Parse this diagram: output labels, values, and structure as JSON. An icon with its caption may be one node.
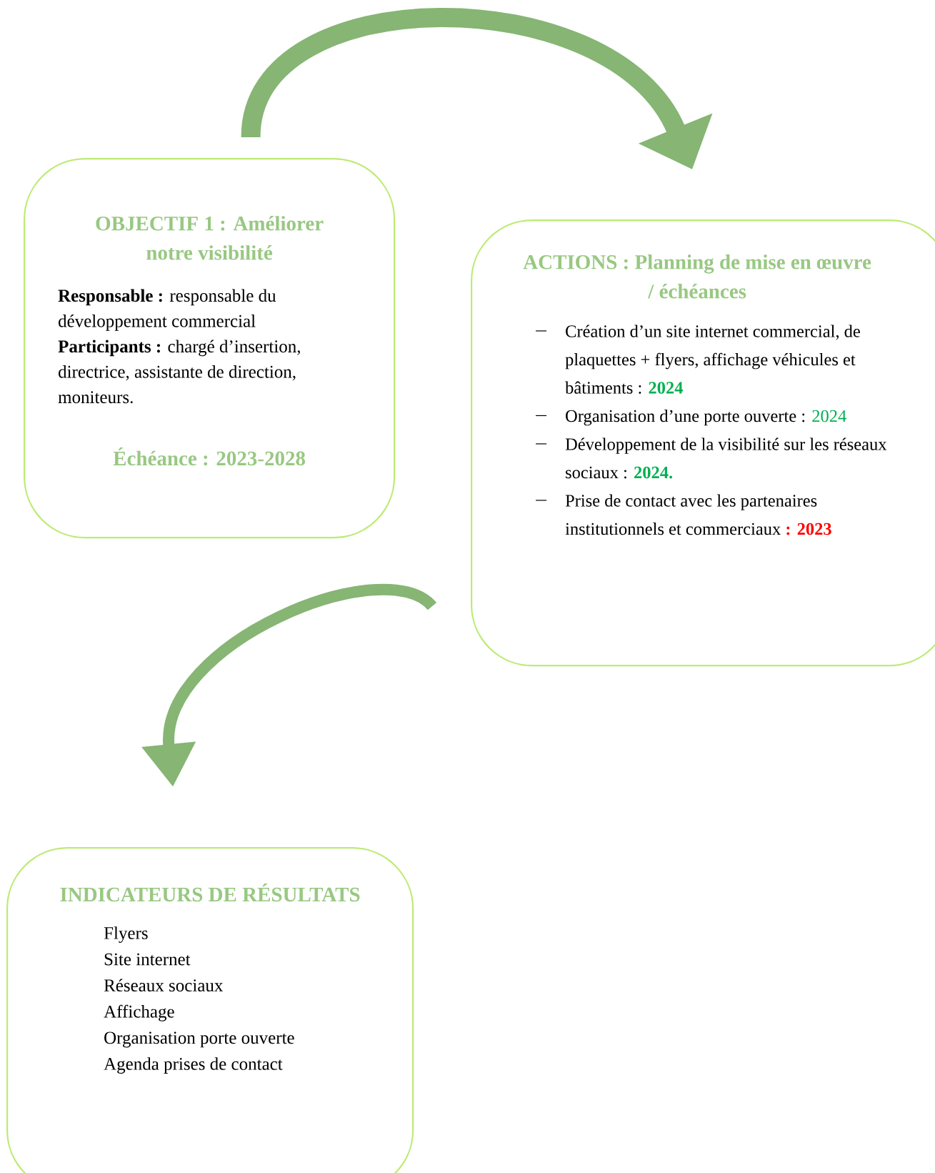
{
  "diagram": {
    "nodes": [
      {
        "text": [
          "OBJECTIF 1 : Améliorer notre visibilité",
          "**Responsable :** responsable du développement commercial",
          "**Participants :** chargé d’insertion, directrice, assistante de direction, moniteurs.",
          "Échéance : 2023-2028"
        ]
      },
      {
        "text": [
          "ACTIONS : Planning de mise en œuvre / échéances",
          "Création d’un site internet commercial, de plaquettes + flyers, affichage véhicules et bâtiments :",
          "2024",
          "Organisation d’une porte ouverte :",
          "2024",
          "Développement de la visibilité sur les réseaux sociaux :",
          "2024.",
          "Prise de contact avec les partenaires institutionnels et commerciaux",
          ": 2023"
        ]
      },
      {
        "text": [
          "INDICATEURS DE RÉSULTATS",
          "Flyers",
          "Site internet",
          "Réseaux sociaux",
          "Affichage",
          "Organisation porte ouverte",
          "Agenda prises de contact"
        ]
      }
    ],
    "edges": [
      {
        "from": 0,
        "to": 1,
        "arrow": "to"
      },
      {
        "from": 1,
        "to": 2,
        "arrow": "to"
      }
    ]
  }
}
